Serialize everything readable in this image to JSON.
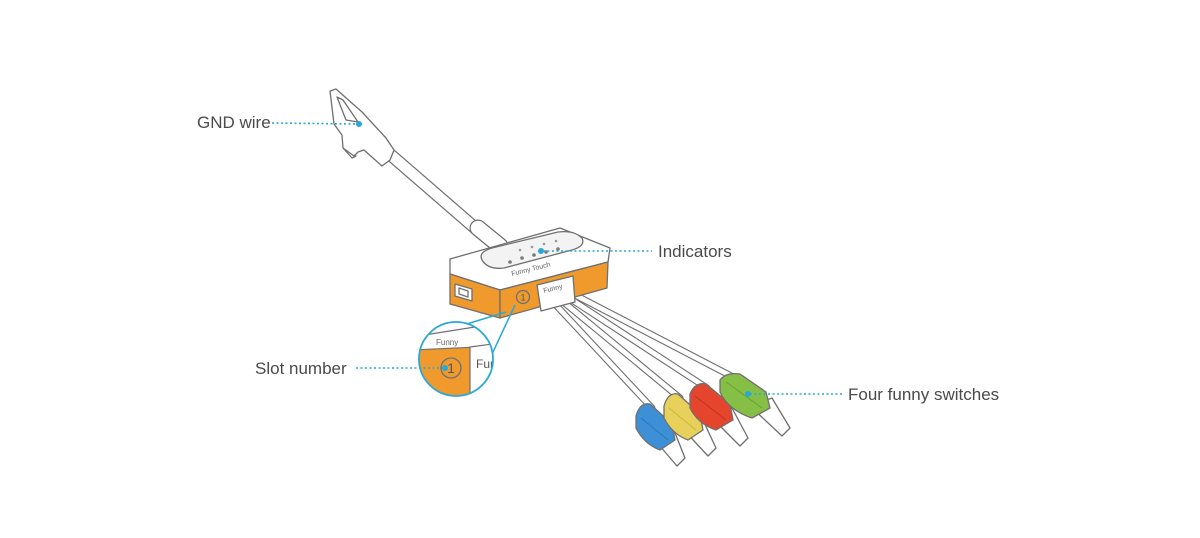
{
  "callouts": {
    "gnd_wire": "GND wire",
    "indicators": "Indicators",
    "slot_number": "Slot number",
    "four_funny_switches": "Four funny switches"
  },
  "device": {
    "cable_tag": "Funny",
    "slot_number": "1",
    "top_label": "Funny Touch"
  },
  "colors": {
    "leader_line": "#29a8d6",
    "body_orange": "#f09a2e",
    "outline": "#6f6f6f",
    "clip_blue": "#3d8fd6",
    "clip_yellow": "#e8d15a",
    "clip_red": "#e5452c",
    "clip_green": "#86bf45"
  }
}
